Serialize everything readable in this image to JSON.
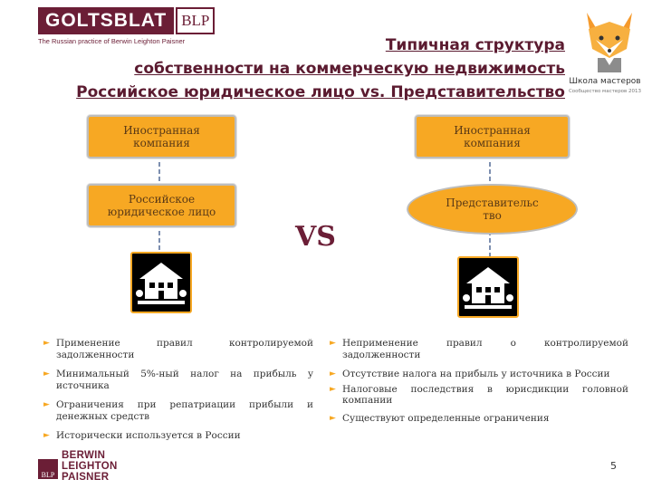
{
  "logo": {
    "main": "GOLTSBLAT",
    "blp": "BLP",
    "subtitle": "The Russian practice of Berwin Leighton Paisner"
  },
  "title": {
    "line1": "Типичная структура",
    "line2": "собственности на коммерческую недвижимость",
    "line3": "Российское юридическое лицо vs. Представительство"
  },
  "school": {
    "label": "Школа мастеров",
    "sub": "Сообщество мастеров 2013"
  },
  "diagram": {
    "left_top": "Иностранная\nкомпания",
    "left_bottom": "Российское\nюридическое лицо",
    "right_top": "Иностранная\nкомпания",
    "right_bottom": "Представительс\nтво",
    "vs": "VS"
  },
  "left_list": [
    "Применение правил контролируемой задолженности",
    "Минимальный 5%-ный налог на прибыль у источника",
    "Ограничения при репатриации прибыли и денежных средств",
    "Исторически используется в России"
  ],
  "right_list": [
    "Неприменение правил о контролируемой задолженности",
    "Отсутствие налога на прибыль у источника в России",
    "Налоговые последствия в юрисдикции головной компании",
    "Существуют определенные ограничения"
  ],
  "footer_logo": {
    "blp": "BLP",
    "line1": "BERWIN",
    "line2": "LEIGHTON",
    "line3": "PAISNER"
  },
  "page_number": "5",
  "colors": {
    "accent": "#f7a823",
    "brand": "#6b1e36"
  }
}
